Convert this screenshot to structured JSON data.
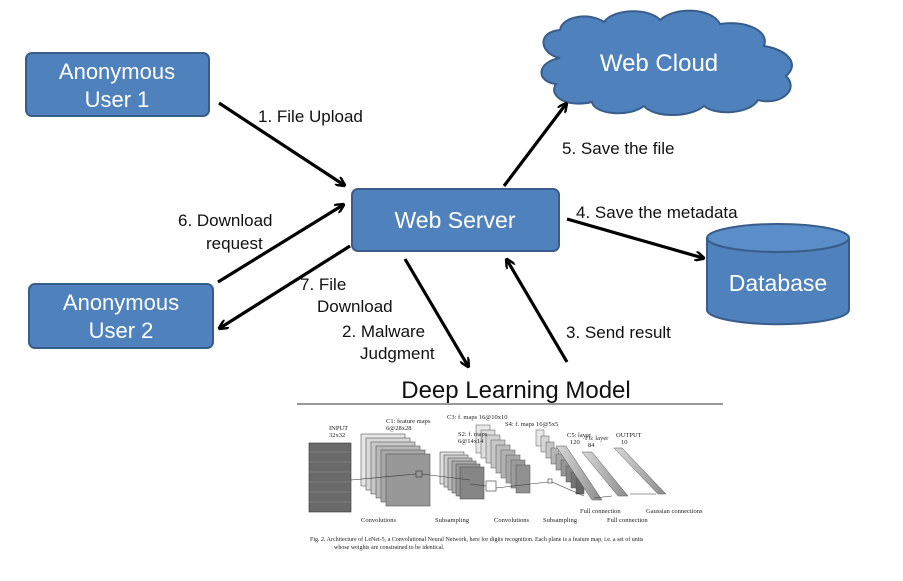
{
  "nodes": {
    "user1": [
      "Anonymous",
      "User 1"
    ],
    "user2": [
      "Anonymous",
      "User 2"
    ],
    "server": "Web Server",
    "cloud": "Web Cloud",
    "database": "Database"
  },
  "edges": {
    "upload": "1. File Upload",
    "judgment": [
      "2. Malware",
      "Judgment"
    ],
    "result": "3. Send result",
    "metadata": "4. Save the metadata",
    "save_file": "5. Save the file",
    "download_request": [
      "6. Download",
      "request"
    ],
    "file_download": [
      "7. File",
      "Download"
    ]
  },
  "model": {
    "title": "Deep Learning Model",
    "top_labels": {
      "input": [
        "INPUT",
        "32x32"
      ],
      "c1": [
        "C1: feature maps",
        "6@28x28"
      ],
      "c3": "C3: f. maps 16@10x10",
      "s4": "S4: f. maps 16@5x5",
      "s2": [
        "S2: f. maps",
        "6@14x14"
      ],
      "c5": [
        "C5: layer",
        "120"
      ],
      "f6": [
        "F6: layer",
        "84"
      ],
      "output": [
        "OUTPUT",
        "10"
      ]
    },
    "bottom_labels": {
      "conv1": "Convolutions",
      "sub1": "Subsampling",
      "conv2": "Convolutions",
      "sub2": "Subsampling",
      "full1": "Full connection",
      "full2": "Full connection",
      "gauss": "Gaussian connections"
    },
    "caption": [
      "Fig. 2.   Architecture of LeNet-5, a Convolutional Neural Network, here for digits recognition. Each plane is a feature map, i.e. a set of units",
      "whose weights are constrained to be identical."
    ]
  },
  "colors": {
    "node_fill": "#4f81bd",
    "node_stroke": "#385d8a",
    "arrow": "#000000"
  }
}
